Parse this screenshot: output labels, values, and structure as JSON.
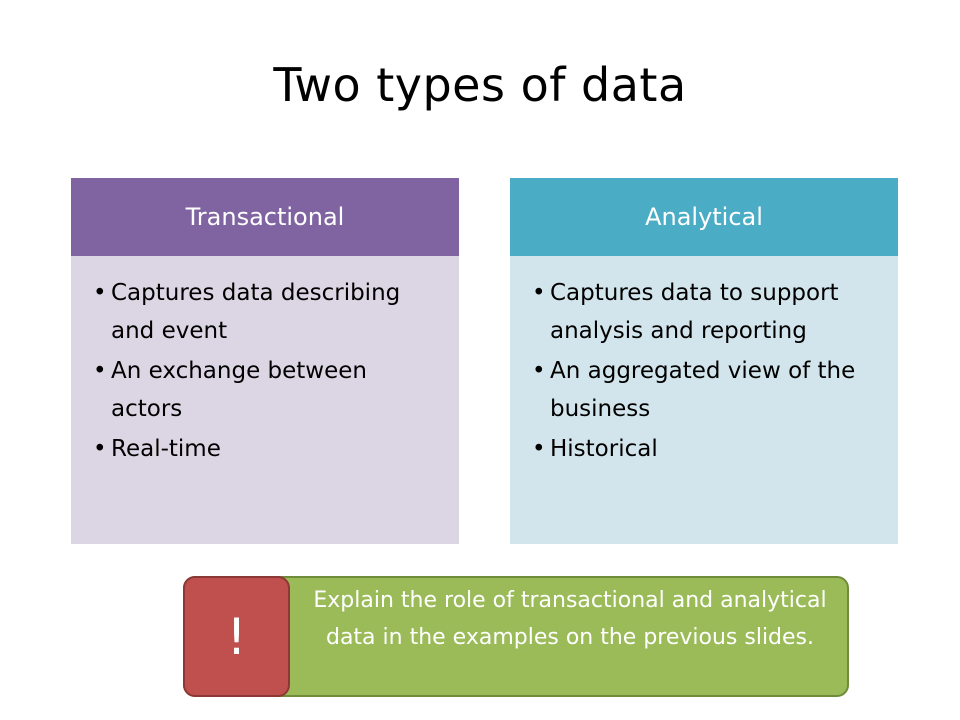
{
  "slide": {
    "title": "Two types of data"
  },
  "panels": {
    "transactional": {
      "header": "Transactional",
      "color": "#8064a2",
      "body_color": "#dcd6e4",
      "bullets": [
        "Captures data describing and event",
        "An exchange between actors",
        "Real-time"
      ]
    },
    "analytical": {
      "header": "Analytical",
      "color": "#4bacc6",
      "body_color": "#d3e5ec",
      "bullets": [
        "Captures data to support analysis and reporting",
        "An aggregated view of the business",
        "Historical"
      ]
    }
  },
  "callout": {
    "text": "Explain the role of transactional and analytical data in the examples on the previous slides.",
    "color": "#9bbb59",
    "icon": "exclamation-icon",
    "icon_glyph": "!",
    "icon_color": "#c0504d"
  }
}
